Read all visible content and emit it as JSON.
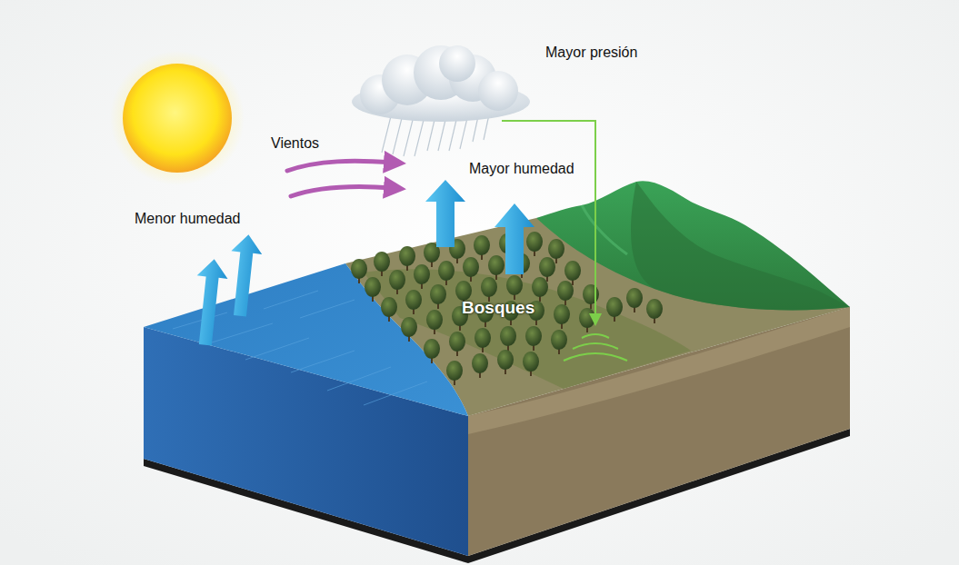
{
  "diagram": {
    "labels": [
      "Mayor presión",
      "Vientos",
      "Mayor humedad",
      "Menor humedad",
      "Bosques"
    ]
  }
}
